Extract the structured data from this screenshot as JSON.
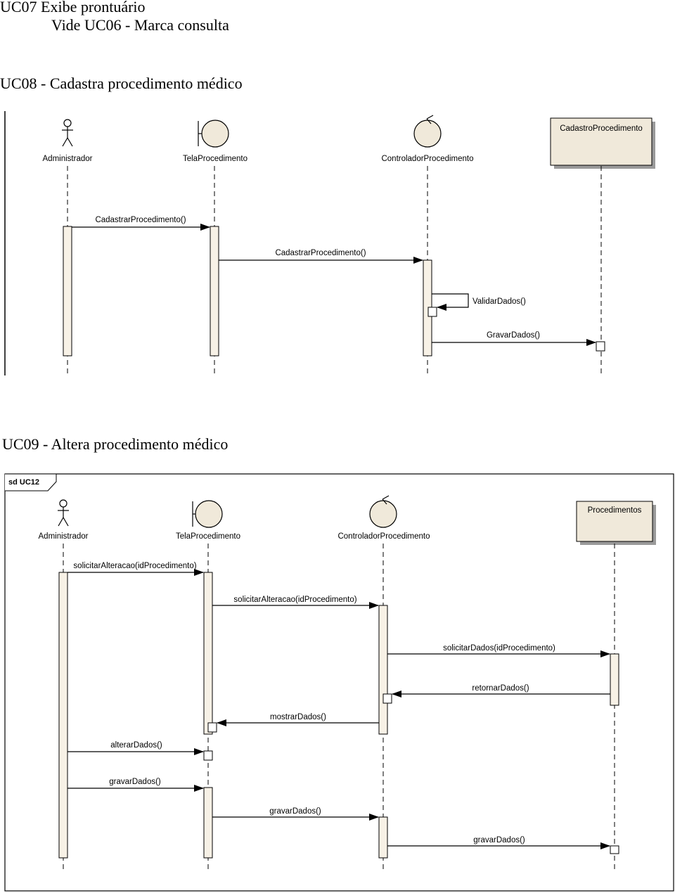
{
  "headings": {
    "uc07": "UC07 Exibe prontuário",
    "uc07_ref": "Vide UC06 - Marca consulta",
    "uc08": "UC08 - Cadastra procedimento médico",
    "uc09": "UC09 - Altera procedimento médico"
  },
  "colors": {
    "lifeline_fill": "#f7f1e6",
    "object_fill": "#f0e9da",
    "object_shadow": "#9a9a9a",
    "line": "#000000"
  },
  "uc08": {
    "participants": {
      "actor": "Administrador",
      "boundary": "TelaProcedimento",
      "control": "ControladorProcedimento",
      "entity": "CadastroProcedimento"
    },
    "messages": [
      "CadastrarProcedimento()",
      "CadastrarProcedimento()",
      "ValidarDados()",
      "GravarDados()"
    ]
  },
  "uc09": {
    "frame_title": "sd UC12",
    "participants": {
      "actor": "Administrador",
      "boundary": "TelaProcedimento",
      "control": "ControladorProcedimento",
      "entity": "Procedimentos"
    },
    "messages": [
      "solicitarAlteracao(idProcedimento)",
      "solicitarAlteracao(idProcedimento)",
      "solicitarDados(idProcedimento)",
      "retornarDados()",
      "mostrarDados()",
      "alterarDados()",
      "gravarDados()",
      "gravarDados()",
      "gravarDados()"
    ]
  }
}
